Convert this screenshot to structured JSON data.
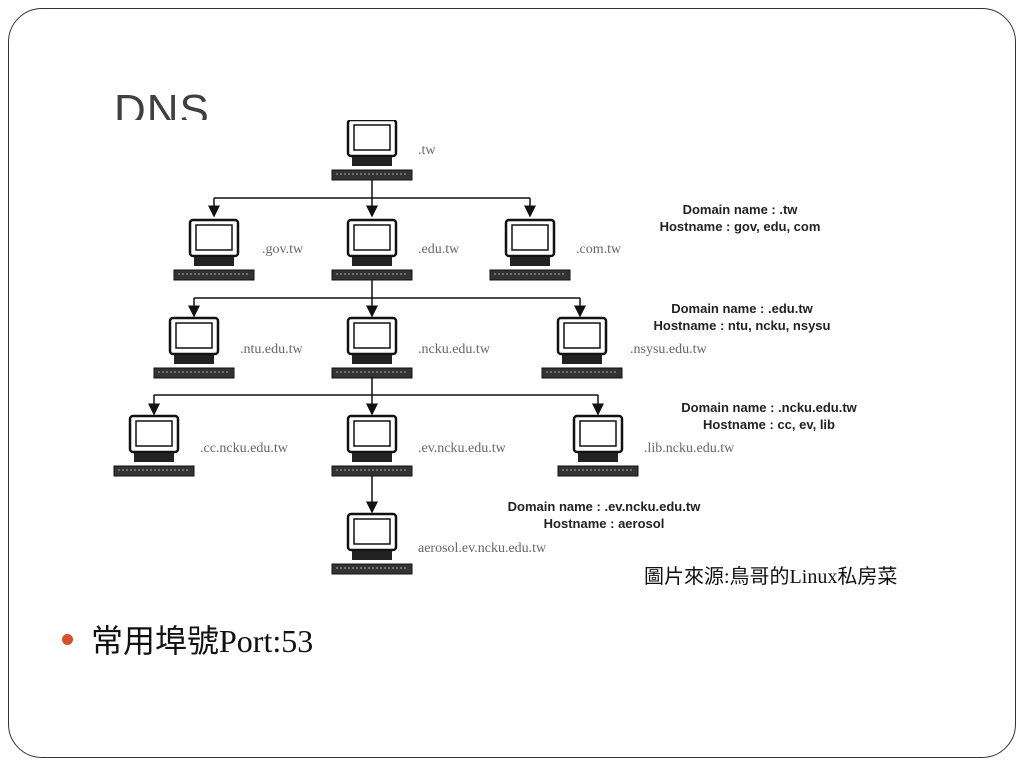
{
  "slide": {
    "title": "DNS",
    "caption": "圖片來源:鳥哥的Linux私房菜",
    "bullet": "常用埠號Port:53",
    "bullet_color": "#d2532a"
  },
  "diagram": {
    "nodes": {
      "tw": ".tw",
      "gov": ".gov.tw",
      "edu": ".edu.tw",
      "com": ".com.tw",
      "ntu": ".ntu.edu.tw",
      "ncku": ".ncku.edu.tw",
      "nsysu": ".nsysu.edu.tw",
      "cc": ".cc.ncku.edu.tw",
      "ev": ".ev.ncku.edu.tw",
      "lib": ".lib.ncku.edu.tw",
      "aerosol": "aerosol.ev.ncku.edu.tw"
    },
    "annotations": [
      {
        "domain": "Domain name : .tw",
        "hosts": "Hostname : gov, edu, com"
      },
      {
        "domain": "Domain name : .edu.tw",
        "hosts": "Hostname : ntu, ncku, nsysu"
      },
      {
        "domain": "Domain name : .ncku.edu.tw",
        "hosts": "Hostname : cc, ev, lib"
      },
      {
        "domain": "Domain name : .ev.ncku.edu.tw",
        "hosts": "Hostname : aerosol"
      }
    ]
  }
}
